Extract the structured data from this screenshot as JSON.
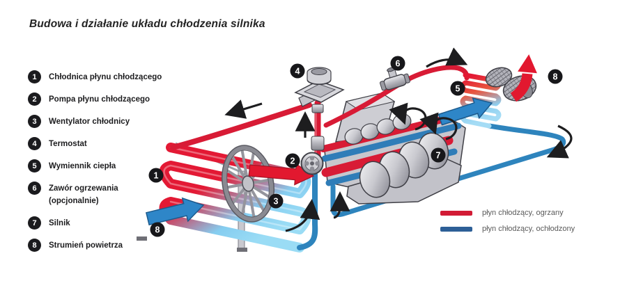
{
  "title": "Budowa i działanie układu chłodzenia silnika",
  "legend": {
    "items": [
      {
        "num": "1",
        "label": "Chłodnica płynu chłodzącego"
      },
      {
        "num": "2",
        "label": "Pompa płynu chłodzącego"
      },
      {
        "num": "3",
        "label": "Wentylator chłodnicy"
      },
      {
        "num": "4",
        "label": "Termostat"
      },
      {
        "num": "5",
        "label": "Wymiennik ciepła"
      },
      {
        "num": "6",
        "label": "Zawór ogrzewania",
        "label2": "(opcjonalnie)"
      },
      {
        "num": "7",
        "label": "Silnik"
      },
      {
        "num": "8",
        "label": "Strumień powietrza"
      }
    ]
  },
  "flow_legend": {
    "hot": {
      "color": "#d21b35",
      "label": "płyn chłodzący, ogrzany"
    },
    "cold": {
      "color": "#2d5f97",
      "label": "płyn chłodzący, ochłodzony"
    }
  },
  "diagram": {
    "badges": [
      {
        "num": "1",
        "component": "radiator"
      },
      {
        "num": "2",
        "component": "coolant-pump"
      },
      {
        "num": "3",
        "component": "radiator-fan"
      },
      {
        "num": "4",
        "component": "thermostat"
      },
      {
        "num": "5",
        "component": "heat-exchanger"
      },
      {
        "num": "6",
        "component": "heater-valve"
      },
      {
        "num": "7",
        "component": "engine"
      },
      {
        "num": "8",
        "component": "air-stream-out"
      },
      {
        "num": "8",
        "component": "air-stream-in"
      }
    ],
    "colors": {
      "hot_pipe": "#d81b35",
      "cold_pipe": "#2e84bd",
      "radiator_cold": "#8fd0f0"
    }
  }
}
